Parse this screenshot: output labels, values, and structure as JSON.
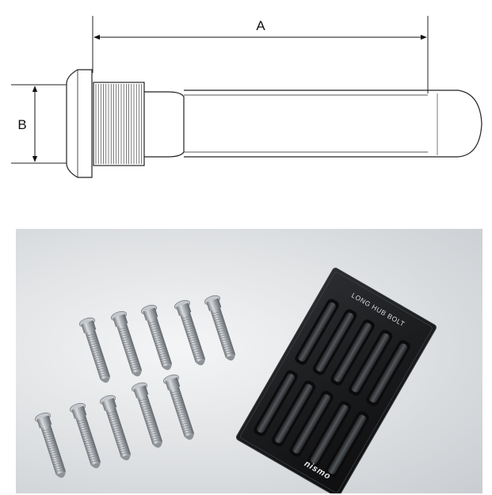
{
  "diagram": {
    "dimension_a_label": "A",
    "dimension_b_label": "B"
  },
  "product_photo": {
    "package_title": "LONG HUB BOLT",
    "package_brand": "nismo",
    "loose_bolt_count": 10,
    "packaged_bolt_count": 10
  }
}
